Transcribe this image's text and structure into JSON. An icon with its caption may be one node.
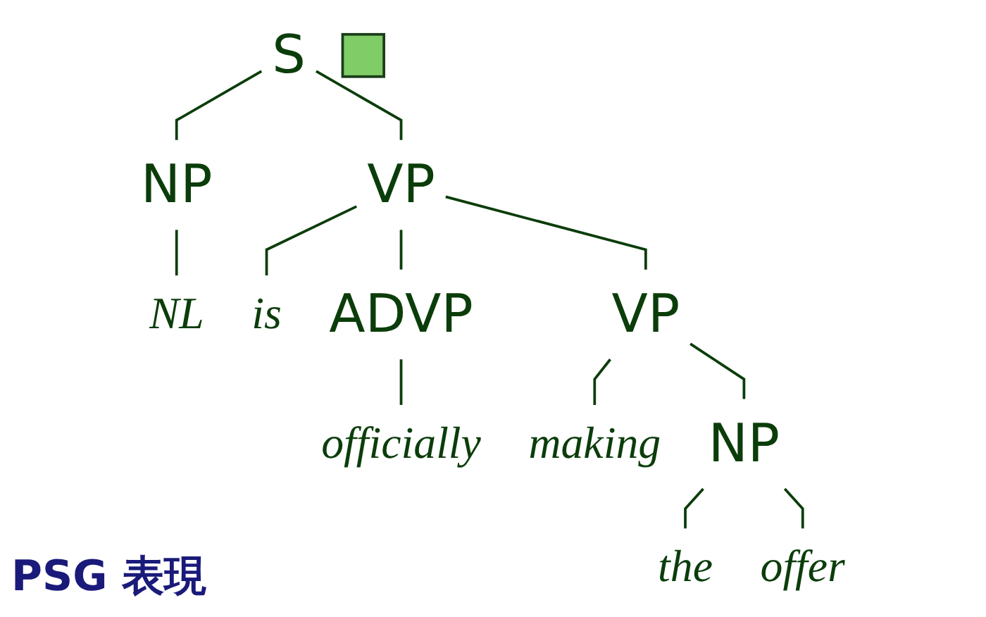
{
  "diagram": {
    "nodes": [
      {
        "text": [
          "S"
        ]
      },
      {
        "text": [
          "NP"
        ]
      },
      {
        "text": [
          "VP"
        ]
      },
      {
        "text": [
          "NL"
        ]
      },
      {
        "text": [
          "is"
        ]
      },
      {
        "text": [
          "ADVP"
        ]
      },
      {
        "text": [
          "VP"
        ]
      },
      {
        "text": [
          "officially"
        ]
      },
      {
        "text": [
          "making"
        ]
      },
      {
        "text": [
          "NP"
        ]
      },
      {
        "text": [
          "the"
        ]
      },
      {
        "text": [
          "offer"
        ]
      },
      {
        "text": [],
        "shape": "box"
      }
    ],
    "edges": [
      {
        "from": 0,
        "to": 1,
        "arrow": "none"
      },
      {
        "from": 0,
        "to": 2,
        "arrow": "none"
      },
      {
        "from": 1,
        "to": 3,
        "arrow": "none"
      },
      {
        "from": 2,
        "to": 4,
        "arrow": "none"
      },
      {
        "from": 2,
        "to": 5,
        "arrow": "none"
      },
      {
        "from": 2,
        "to": 6,
        "arrow": "none"
      },
      {
        "from": 5,
        "to": 7,
        "arrow": "none"
      },
      {
        "from": 6,
        "to": 8,
        "arrow": "none"
      },
      {
        "from": 6,
        "to": 9,
        "arrow": "none"
      },
      {
        "from": 9,
        "to": 10,
        "arrow": "none"
      },
      {
        "from": 9,
        "to": 11,
        "arrow": "none"
      }
    ],
    "labels": [
      "PSG 表現"
    ]
  }
}
